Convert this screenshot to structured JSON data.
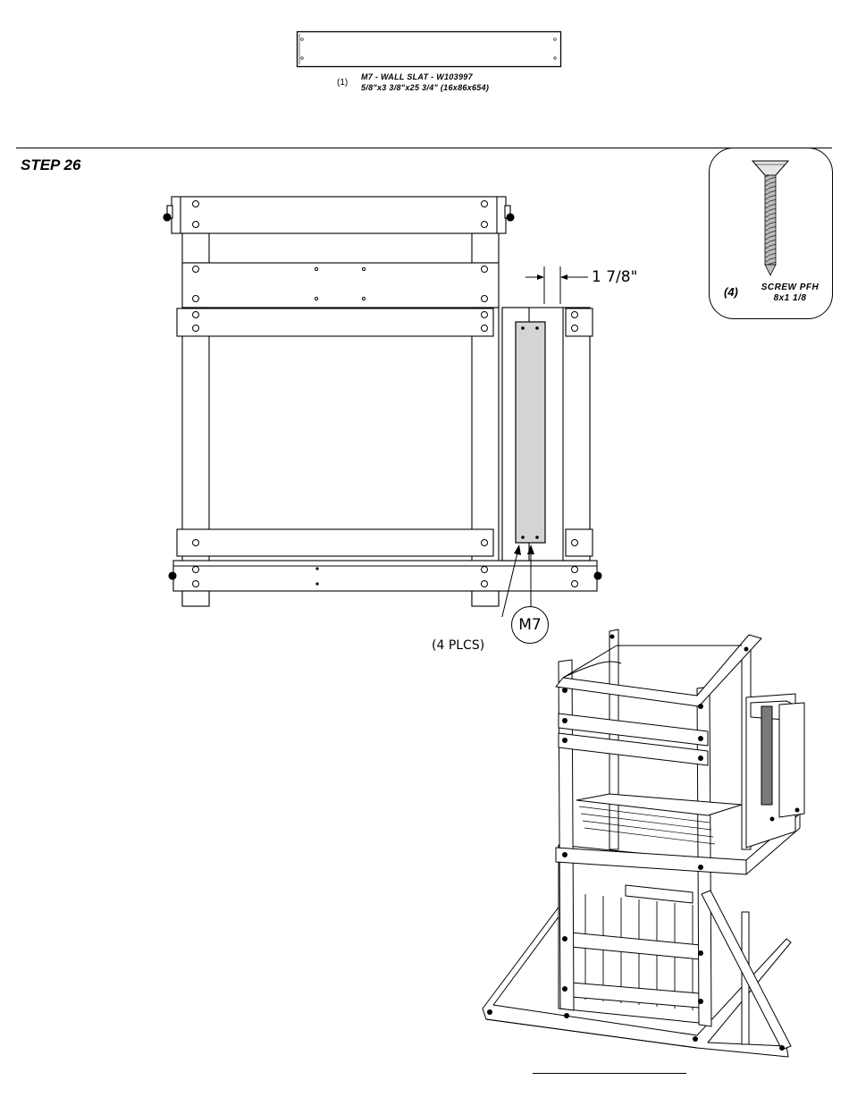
{
  "part": {
    "qty": "(1)",
    "name_line": "M7 - WALL SLAT - W103997",
    "size_line": "5/8\"x3 3/8\"x25 3/4\" (16x86x654)"
  },
  "step": {
    "title": "STEP 26"
  },
  "hardware": {
    "qty": "(4)",
    "name": "SCREW PFH",
    "size": "8x1 1/8",
    "icon": "screw-icon"
  },
  "front_view": {
    "dimension": "1 7/8\"",
    "callout_label": "M7",
    "places_note": "(4 PLCS)",
    "slat_color": "#d4d4d4"
  }
}
